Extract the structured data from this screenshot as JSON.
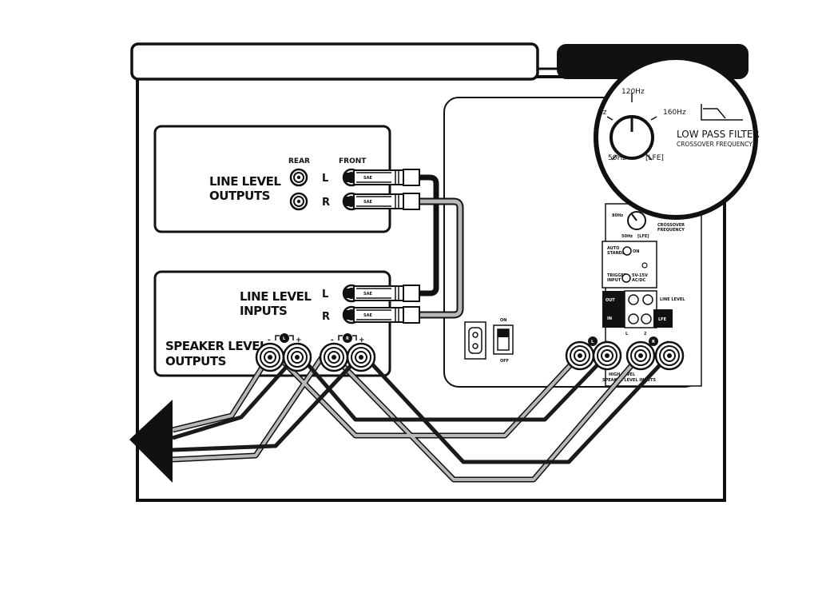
{
  "receiver": {
    "line_level_outputs": [
      "LINE LEVEL",
      "OUTPUTS"
    ],
    "rear_label": "REAR",
    "front_label": "FRONT",
    "line_level_inputs": [
      "LINE LEVEL",
      "INPUTS"
    ],
    "speaker_level_outputs": [
      "SPEAKER LEVEL",
      "OUTPUTS"
    ],
    "channel_left": "L",
    "channel_right": "R",
    "minus": "-",
    "plus": "+",
    "rca_brand": "SAE"
  },
  "subwoofer": {
    "power_on": "ON",
    "power_off": "OFF",
    "crossover_frequency": [
      "CROSSOVER",
      "FREQUENCY"
    ],
    "auto_standby": [
      "AUTO",
      "STANDBY"
    ],
    "auto_on": "ON",
    "trigger_input": [
      "TRIGGER",
      "INPUT"
    ],
    "trigger_spec": [
      "5V-15V",
      "AC/DC"
    ],
    "line_level": "LINE LEVEL",
    "out": "OUT",
    "in": "IN",
    "lfe": "LFE",
    "l_small": "L",
    "two_small": "2",
    "speaker_level_inputs": [
      "HIGH LEVEL",
      "SPEAKER LEVEL INPUTS"
    ],
    "mini_dial": {
      "top": "80Hz",
      "bottom_left": "50Hz",
      "bottom_right": "[LFE]"
    }
  },
  "zoom": {
    "title": "LOW PASS FILTER",
    "subtitle": "CROSSOVER FREQUENCY",
    "labels": {
      "left": "Hz",
      "top": "120Hz",
      "right": "160Hz",
      "bottom_left": "50Hz",
      "bottom_right": "[LFE]"
    }
  },
  "colors": {
    "ink": "#111111",
    "wire_dark": "#1a1a1a",
    "wire_light": "#b8b8b8",
    "background": "#ffffff"
  },
  "icons": [
    "arrow-left-icon",
    "rca-plug-icon",
    "binding-post-icon",
    "low-pass-filter-icon",
    "power-switch-icon",
    "power-inlet-icon"
  ]
}
